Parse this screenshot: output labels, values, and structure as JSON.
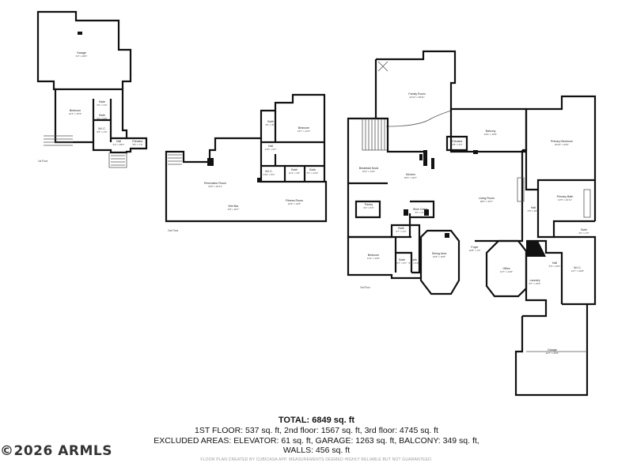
{
  "floors": [
    {
      "name": "1st Floor",
      "rooms": [
        {
          "name": "Garage",
          "dims": "0'0\" x 26'0\""
        },
        {
          "name": "Bedroom",
          "dims": "12'4\" x 15'3\""
        },
        {
          "name": "Bath",
          "dims": "5'0\" x 9'3\""
        },
        {
          "name": "Bath",
          "dims": "5'0\" x 8'0\""
        },
        {
          "name": "W.I.C.",
          "dims": "5'8\" x 4'9\""
        },
        {
          "name": "Hall",
          "dims": "5'2\" x 25'0\""
        },
        {
          "name": "Elevator",
          "dims": "5'8\" x 7'0\""
        }
      ]
    },
    {
      "name": "2nd Floor",
      "rooms": [
        {
          "name": "Bath",
          "dims": "6'6\" x 8'4\""
        },
        {
          "name": "Bedroom",
          "dims": "13'7\" x 12'3\""
        },
        {
          "name": "Hall",
          "dims": "4'10\" x 9'4\""
        },
        {
          "name": "Recreation Room",
          "dims": "23'9\" x 46'11\""
        },
        {
          "name": "W.I.C.",
          "dims": "3'10\" x 5'0\""
        },
        {
          "name": "Bath",
          "dims": "11'3\" x 4'9\""
        },
        {
          "name": "Bath",
          "dims": "6'1\" x 4'10\""
        },
        {
          "name": "Wet Bar",
          "dims": "4'8\" x 18'7\""
        },
        {
          "name": "Fitness Room",
          "dims": "16'8\" x 13'8\""
        }
      ]
    },
    {
      "name": "3rd Floor",
      "rooms": [
        {
          "name": "Family Room",
          "dims": "22'10\" x 28'11\""
        },
        {
          "name": "Balcony",
          "dims": "22'6\" x 15'6\""
        },
        {
          "name": "Primary Bedroom",
          "dims": "20'10\" x 26'0\""
        },
        {
          "name": "Breakfast Nook",
          "dims": "10'2\" x 14'0\""
        },
        {
          "name": "Kitchen",
          "dims": "18'3\" x 20'7\""
        },
        {
          "name": "Elevator",
          "dims": "5'8\" x 6'3\""
        },
        {
          "name": "Living Room",
          "dims": "28'0\" x 26'7\""
        },
        {
          "name": "Primary Bath",
          "dims": "13'6\" x 16'11\""
        },
        {
          "name": "Pantry",
          "dims": "6'2\" x 6'0\""
        },
        {
          "name": "Wine Cellar",
          "dims": "5'0\" x 5'3\""
        },
        {
          "name": "Hall",
          "dims": "5'5\" x 26'0\""
        },
        {
          "name": "Bath",
          "dims": "5'7\" x 4'3\""
        },
        {
          "name": "Bath",
          "dims": "6'0\" x 4'5\""
        },
        {
          "name": "Bedroom",
          "dims": "11'4\" x 13'6\""
        },
        {
          "name": "Bath",
          "dims": "6'7\" x 8'7\""
        },
        {
          "name": "Bath",
          "dims": "5'8\" x 5'3\""
        },
        {
          "name": "Dining Area",
          "dims": "13'8\" x 16'8\""
        },
        {
          "name": "Foyer",
          "dims": "10'8\" x 7'6\""
        },
        {
          "name": "Office",
          "dims": "13'7\" x 13'6\""
        },
        {
          "name": "W.I.C.",
          "dims": "14'7\" x 26'8\""
        },
        {
          "name": "Hall",
          "dims": "5'0\" x 15'6\""
        },
        {
          "name": "Laundry",
          "dims": "8'7\" x 15'9\""
        },
        {
          "name": "Garage",
          "dims": "22'7\" x 29'9\""
        }
      ]
    }
  ],
  "summary": {
    "total": "TOTAL: 6849 sq. ft",
    "line1": "1ST FLOOR: 537 sq. ft, 2nd floor: 1567 sq. ft, 3rd floor: 4745 sq. ft",
    "line2": "EXCLUDED AREAS: ELEVATOR: 61 sq. ft, GARAGE: 1263 sq. ft, BALCONY: 349 sq. ft,",
    "line3": "WALLS: 456 sq. ft"
  },
  "footer_note": "FLOOR PLAN CREATED BY CUBICASA APP. MEASUREMENTS DEEMED HIGHLY RELIABLE BUT NOT GUARANTEED.",
  "watermark": "©2026 ARMLS",
  "colors": {
    "wall": "#111111",
    "background": "#ffffff"
  }
}
